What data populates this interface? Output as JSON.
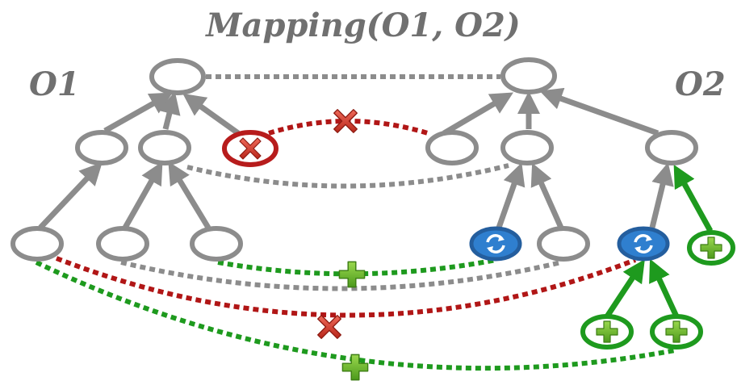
{
  "title": "Mapping(O1, O2)",
  "left_label": "O1",
  "right_label": "O2",
  "colors": {
    "gray": "#8c8c8c",
    "red": "#b11616",
    "green": "#1e9a1e",
    "blue": "#2f7fcf",
    "title": "#707070"
  },
  "icons": {
    "deleted": "red-x-icon",
    "added": "green-plus-icon",
    "updated": "blue-refresh-icon"
  }
}
